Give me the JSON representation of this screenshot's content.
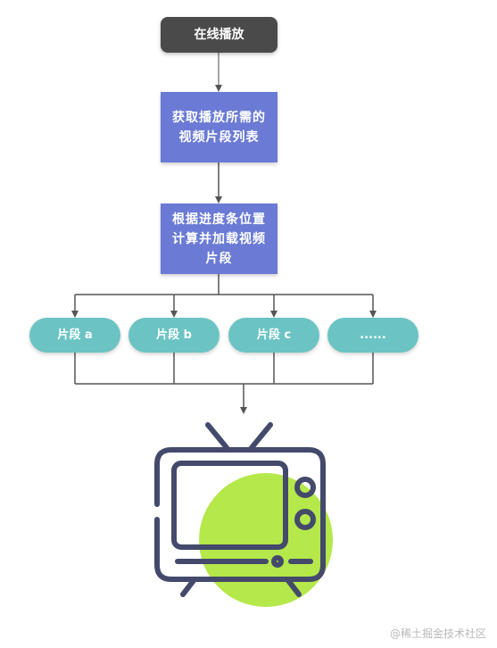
{
  "flowchart": {
    "start": "在线播放",
    "step1": "获取播放所需的视频片段列表",
    "step2": "根据进度条位置计算并加载视频片段",
    "segments": [
      "片段 a",
      "片段 b",
      "片段 c",
      "......"
    ]
  },
  "watermark": "@稀土掘金技术社区",
  "colors": {
    "start_fill": "#4a4a4a",
    "process_fill": "#6b7ad4",
    "segment_fill": "#6cc3c3",
    "connector": "#555555",
    "tv_outline": "#434a6b",
    "tv_accent": "#b5e84a"
  },
  "icons": [
    "tv-icon"
  ]
}
